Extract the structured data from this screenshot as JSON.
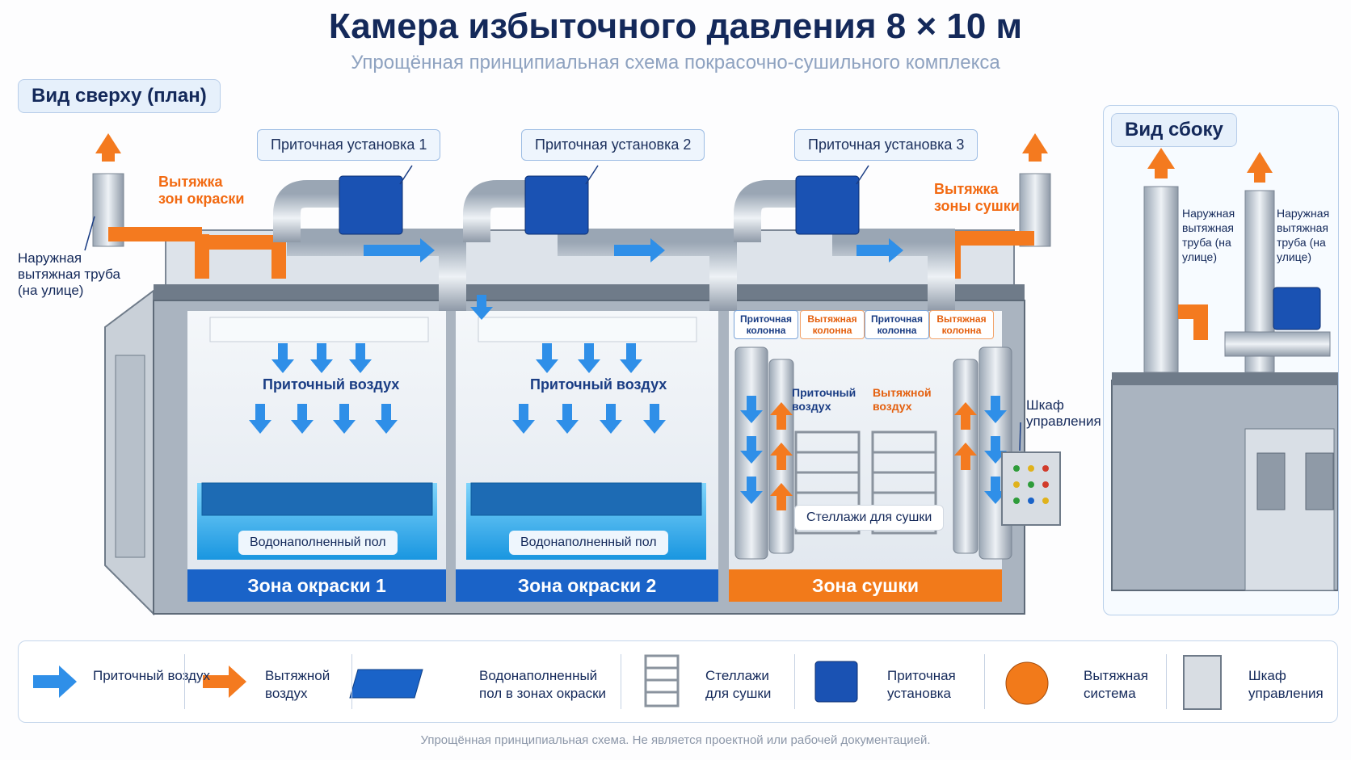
{
  "title": "Камера избыточного давления 8 × 10 м",
  "subtitle": "Упрощённая принципиальная схема покрасочно-сушильного комплекса",
  "top_view": {
    "label": "Вид сверху (план)",
    "units": [
      "Приточная установка 1",
      "Приточная установка 2",
      "Приточная установка 3"
    ],
    "exhaust_paint": "Вытяжка зон окраски",
    "exhaust_dry": "Вытяжка зоны сушки",
    "outdoor_pipe": "Наружная вытяжная труба (на улице)",
    "supply_air": "Приточный воздух",
    "supply_column": "Приточная колонна",
    "exhaust_column": "Вытяжная колонна",
    "supply_air_dry": "Приточный воздух",
    "exhaust_air_dry": "Вытяжной воздух",
    "racks": "Стеллажи для сушки",
    "cabinet": "Шкаф управления",
    "floor": "Водонаполненный пол",
    "zones": [
      "Зона окраски 1",
      "Зона окраски 2",
      "Зона сушки"
    ]
  },
  "side_view": {
    "label": "Вид сбоку",
    "pipe_left": "Наружная вытяжная труба (на улице)",
    "pipe_right": "Наружная вытяжная труба (на улице)"
  },
  "legend": [
    {
      "icon": "blue-arrow-icon",
      "label": "Приточный воздух"
    },
    {
      "icon": "orange-arrow-icon",
      "label": "Вытяжной воздух"
    },
    {
      "icon": "grate-floor-icon",
      "label": "Водонаполненный пол в зонах окраски"
    },
    {
      "icon": "rack-icon",
      "label": "Стеллажи для сушки"
    },
    {
      "icon": "air-handler-icon",
      "label": "Приточная установка"
    },
    {
      "icon": "exhaust-fan-icon",
      "label": "Вытяжная система"
    },
    {
      "icon": "control-cabinet-icon",
      "label": "Шкаф управления"
    }
  ],
  "footer": "Упрощённая принципиальная схема. Не является проектной или рабочей документацией.",
  "colors": {
    "supply": "#2f8fe8",
    "exhaust": "#f47a1f",
    "zone_paint": "#1a63c8",
    "zone_dry": "#f27a1a",
    "title": "#14295a"
  }
}
